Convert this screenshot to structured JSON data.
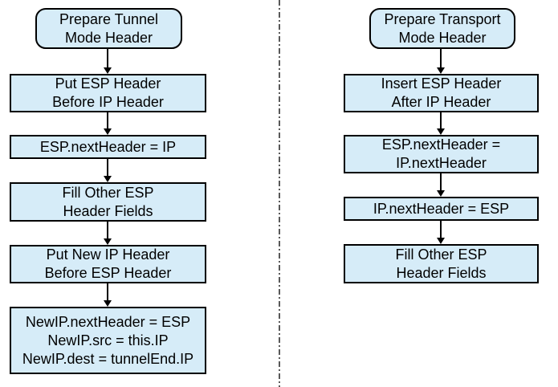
{
  "colors": {
    "background": "#ffffff",
    "box_fill": "#d6ecf8",
    "box_border": "#000000",
    "arrow": "#000000",
    "separator": "#595959",
    "text": "#000000"
  },
  "diagram": {
    "type": "flowchart",
    "columns": [
      {
        "id": "tunnel-mode",
        "nodes": [
          {
            "shape": "rounded",
            "lines": [
              "Prepare Tunnel",
              "Mode Header"
            ]
          },
          {
            "shape": "rect",
            "lines": [
              "Put ESP Header",
              "Before IP Header"
            ]
          },
          {
            "shape": "rect",
            "lines": [
              "ESP.nextHeader = IP"
            ]
          },
          {
            "shape": "rect",
            "lines": [
              "Fill Other ESP",
              "Header Fields"
            ]
          },
          {
            "shape": "rect",
            "lines": [
              "Put New IP Header",
              "Before ESP Header"
            ]
          },
          {
            "shape": "rect",
            "lines": [
              "NewIP.nextHeader = ESP",
              "NewIP.src = this.IP",
              "NewIP.dest = tunnelEnd.IP"
            ]
          }
        ]
      },
      {
        "id": "transport-mode",
        "nodes": [
          {
            "shape": "rounded",
            "lines": [
              "Prepare Transport",
              "Mode Header"
            ]
          },
          {
            "shape": "rect",
            "lines": [
              "Insert ESP Header",
              "After IP Header"
            ]
          },
          {
            "shape": "rect",
            "lines": [
              "ESP.nextHeader =",
              "IP.nextHeader"
            ]
          },
          {
            "shape": "rect",
            "lines": [
              "IP.nextHeader = ESP"
            ]
          },
          {
            "shape": "rect",
            "lines": [
              "Fill Other ESP",
              "Header Fields"
            ]
          }
        ]
      }
    ]
  }
}
